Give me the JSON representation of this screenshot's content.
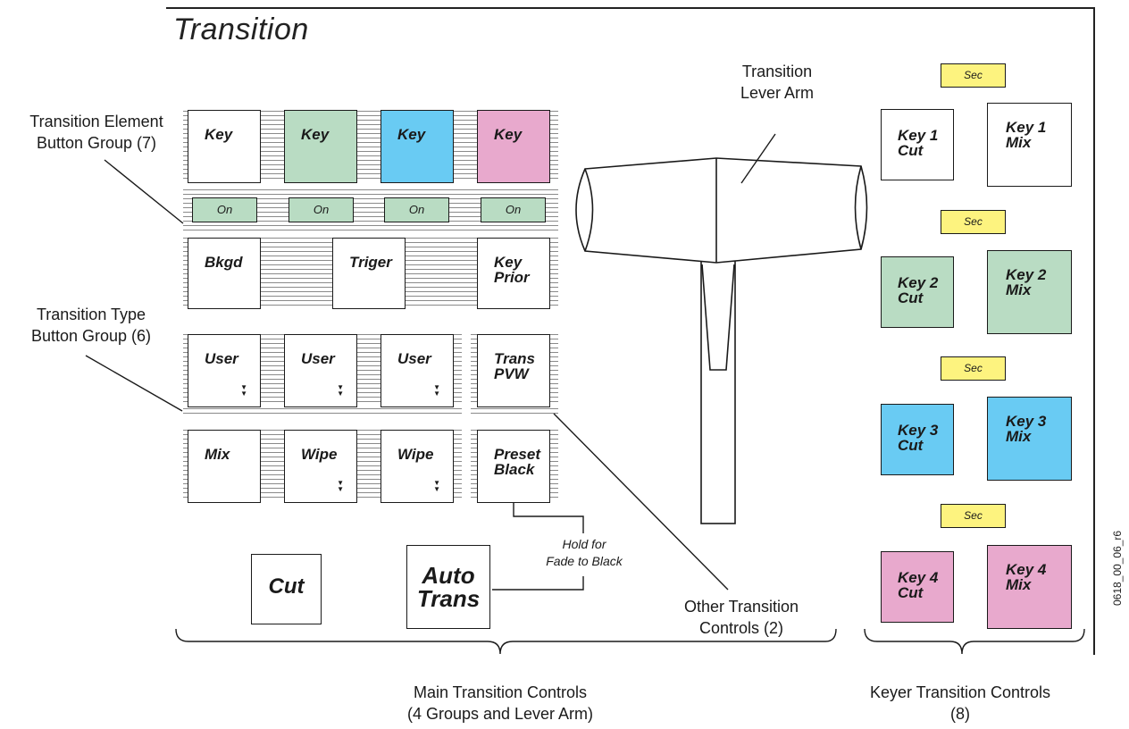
{
  "title": "Transition",
  "figure_id": "0618_00_06_r6",
  "callouts": {
    "element_group": "Transition Element\nButton Group (7)",
    "type_group": "Transition Type\nButton Group (6)",
    "lever_arm": "Transition\nLever Arm",
    "other_controls": "Other Transition\nControls (2)",
    "main_controls": "Main Transition Controls\n(4 Groups and Lever Arm)",
    "keyer_controls": "Keyer Transition Controls\n(8)",
    "hold_note": "Hold for\nFade to Black"
  },
  "element_group": {
    "key_buttons": [
      {
        "label": "Key",
        "color": "#ffffff"
      },
      {
        "label": "Key",
        "color": "#b9dcc3"
      },
      {
        "label": "Key",
        "color": "#69cbf3"
      },
      {
        "label": "Key",
        "color": "#e8a9cd"
      }
    ],
    "on_buttons": [
      "On",
      "On",
      "On",
      "On"
    ],
    "bkgd": "Bkgd",
    "triger": "Triger",
    "key_prior": "Key\nPrior"
  },
  "type_group": {
    "user_buttons": [
      "User",
      "User",
      "User"
    ],
    "mix": "Mix",
    "wipe_buttons": [
      "Wipe",
      "Wipe"
    ]
  },
  "other_controls": {
    "trans_pvw": "Trans\nPVW",
    "preset_black": "Preset\nBlack"
  },
  "main_buttons": {
    "cut": "Cut",
    "auto_trans": "Auto\nTrans"
  },
  "keyer": {
    "sec_label": "Sec",
    "rows": [
      {
        "cut": "Key 1\nCut",
        "mix": "Key 1\nMix",
        "color": "#ffffff"
      },
      {
        "cut": "Key 2\nCut",
        "mix": "Key 2\nMix",
        "color": "#b9dcc3"
      },
      {
        "cut": "Key 3\nCut",
        "mix": "Key 3\nMix",
        "color": "#69cbf3"
      },
      {
        "cut": "Key 4\nCut",
        "mix": "Key 4\nMix",
        "color": "#e8a9cd"
      }
    ]
  },
  "icons": {
    "dropdown": "double-chevron-down-icon"
  }
}
